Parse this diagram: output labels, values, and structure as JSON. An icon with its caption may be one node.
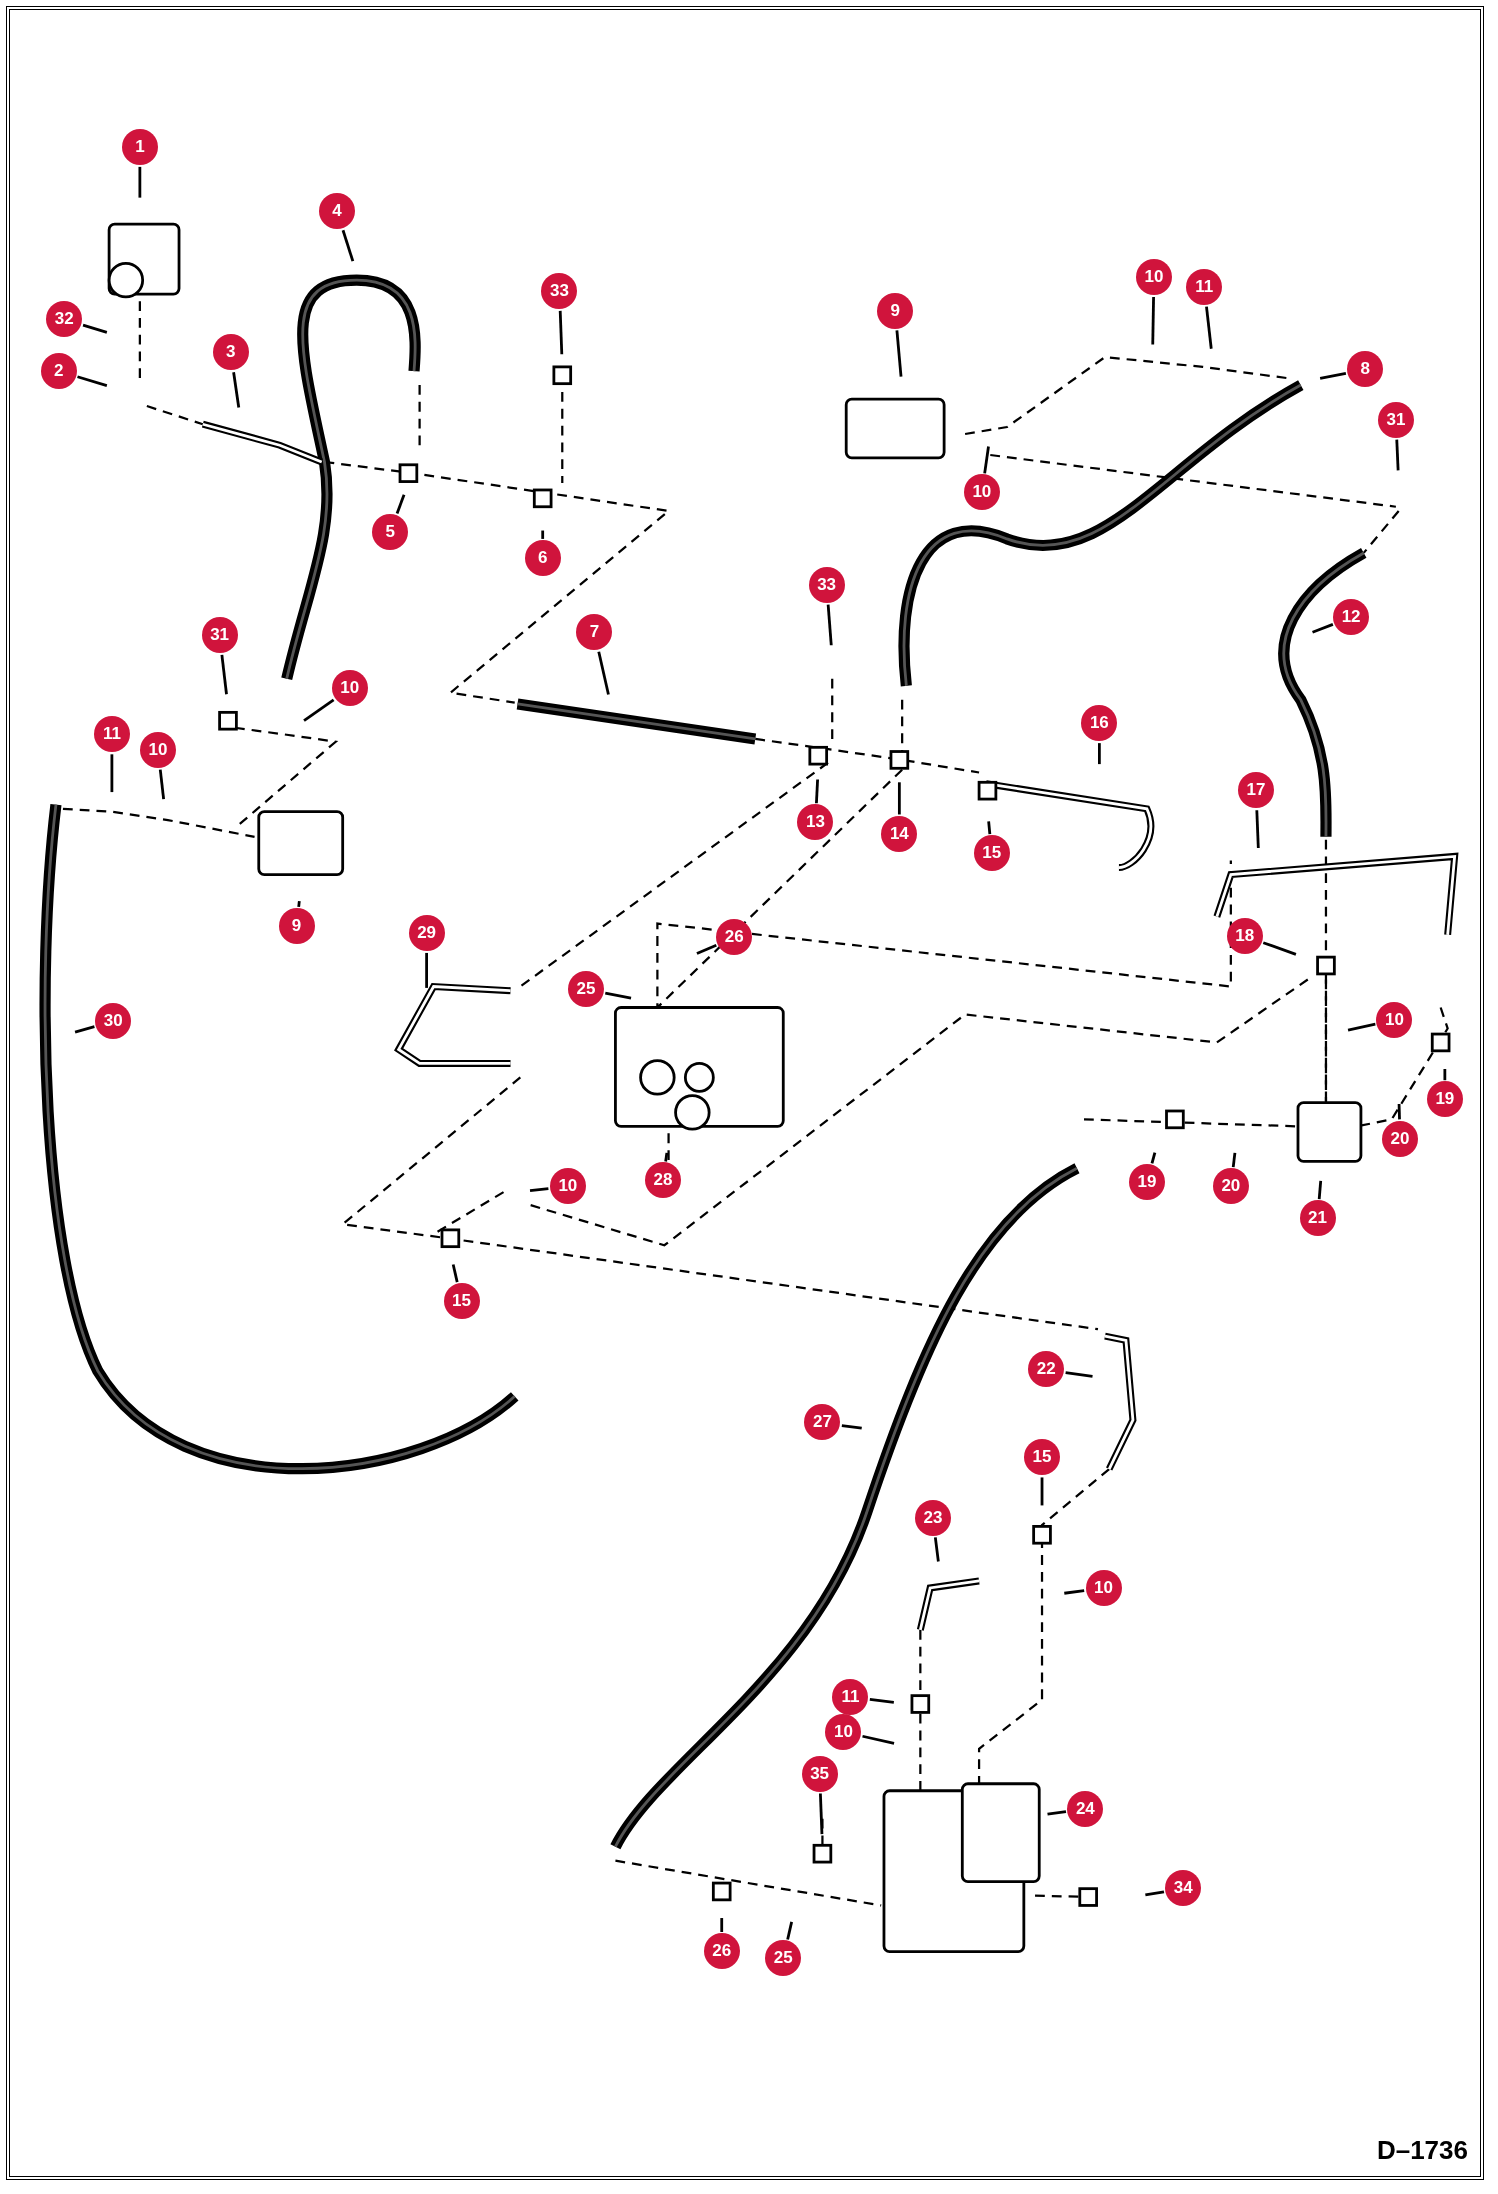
{
  "diagram": {
    "nodes": [
      {
        "text": [
          "1"
        ]
      },
      {
        "text": [
          "32"
        ]
      },
      {
        "text": [
          "2"
        ]
      },
      {
        "text": [
          "3"
        ]
      },
      {
        "text": [
          "4"
        ]
      },
      {
        "text": [
          "33"
        ]
      },
      {
        "text": [
          "5"
        ]
      },
      {
        "text": [
          "6"
        ]
      },
      {
        "text": [
          "9"
        ]
      },
      {
        "text": [
          "10"
        ]
      },
      {
        "text": [
          "11"
        ]
      },
      {
        "text": [
          "8"
        ]
      },
      {
        "text": [
          "31"
        ]
      },
      {
        "text": [
          "10"
        ]
      },
      {
        "text": [
          "12"
        ]
      },
      {
        "text": [
          "7"
        ]
      },
      {
        "text": [
          "33"
        ]
      },
      {
        "text": [
          "31"
        ]
      },
      {
        "text": [
          "10"
        ]
      },
      {
        "text": [
          "11"
        ]
      },
      {
        "text": [
          "10"
        ]
      },
      {
        "text": [
          "16"
        ]
      },
      {
        "text": [
          "13"
        ]
      },
      {
        "text": [
          "14"
        ]
      },
      {
        "text": [
          "15"
        ]
      },
      {
        "text": [
          "17"
        ]
      },
      {
        "text": [
          "9"
        ]
      },
      {
        "text": [
          "29"
        ]
      },
      {
        "text": [
          "26"
        ]
      },
      {
        "text": [
          "18"
        ]
      },
      {
        "text": [
          "25"
        ]
      },
      {
        "text": [
          "10"
        ]
      },
      {
        "text": [
          "30"
        ]
      },
      {
        "text": [
          "19"
        ]
      },
      {
        "text": [
          "20"
        ]
      },
      {
        "text": [
          "28"
        ]
      },
      {
        "text": [
          "10"
        ]
      },
      {
        "text": [
          "19"
        ]
      },
      {
        "text": [
          "20"
        ]
      },
      {
        "text": [
          "21"
        ]
      },
      {
        "text": [
          "15"
        ]
      },
      {
        "text": [
          "22"
        ]
      },
      {
        "text": [
          "27"
        ]
      },
      {
        "text": [
          "15"
        ]
      },
      {
        "text": [
          "23"
        ]
      },
      {
        "text": [
          "10"
        ]
      },
      {
        "text": [
          "11"
        ]
      },
      {
        "text": [
          "10"
        ]
      },
      {
        "text": [
          "35"
        ]
      },
      {
        "text": [
          "24"
        ]
      },
      {
        "text": [
          "34"
        ]
      },
      {
        "text": [
          "26"
        ]
      },
      {
        "text": [
          "25"
        ]
      }
    ],
    "edges": [
      {
        "from": 0,
        "to": null,
        "arrow": "none"
      },
      {
        "from": 1,
        "to": null,
        "arrow": "none"
      },
      {
        "from": 2,
        "to": null,
        "arrow": "none"
      },
      {
        "from": 3,
        "to": null,
        "arrow": "none"
      },
      {
        "from": 4,
        "to": null,
        "arrow": "none"
      },
      {
        "from": 5,
        "to": null,
        "arrow": "none"
      },
      {
        "from": 6,
        "to": null,
        "arrow": "none"
      },
      {
        "from": 7,
        "to": null,
        "arrow": "none"
      },
      {
        "from": 8,
        "to": null,
        "arrow": "none"
      },
      {
        "from": 9,
        "to": null,
        "arrow": "none"
      },
      {
        "from": 10,
        "to": null,
        "arrow": "none"
      },
      {
        "from": 11,
        "to": null,
        "arrow": "none"
      },
      {
        "from": 12,
        "to": null,
        "arrow": "none"
      },
      {
        "from": 13,
        "to": null,
        "arrow": "none"
      },
      {
        "from": 14,
        "to": null,
        "arrow": "none"
      },
      {
        "from": 15,
        "to": null,
        "arrow": "none"
      },
      {
        "from": 16,
        "to": null,
        "arrow": "none"
      },
      {
        "from": 17,
        "to": null,
        "arrow": "none"
      },
      {
        "from": 18,
        "to": null,
        "arrow": "none"
      },
      {
        "from": 19,
        "to": null,
        "arrow": "none"
      },
      {
        "from": 20,
        "to": null,
        "arrow": "none"
      },
      {
        "from": 21,
        "to": null,
        "arrow": "none"
      },
      {
        "from": 22,
        "to": null,
        "arrow": "none"
      },
      {
        "from": 23,
        "to": null,
        "arrow": "none"
      },
      {
        "from": 24,
        "to": null,
        "arrow": "none"
      },
      {
        "from": 25,
        "to": null,
        "arrow": "none"
      },
      {
        "from": 26,
        "to": null,
        "arrow": "none"
      },
      {
        "from": 27,
        "to": null,
        "arrow": "none"
      },
      {
        "from": 28,
        "to": null,
        "arrow": "none"
      },
      {
        "from": 29,
        "to": null,
        "arrow": "none"
      },
      {
        "from": 30,
        "to": null,
        "arrow": "none"
      },
      {
        "from": 31,
        "to": null,
        "arrow": "none"
      },
      {
        "from": 32,
        "to": null,
        "arrow": "none"
      },
      {
        "from": 33,
        "to": null,
        "arrow": "none"
      },
      {
        "from": 34,
        "to": null,
        "arrow": "none"
      },
      {
        "from": 35,
        "to": null,
        "arrow": "none"
      },
      {
        "from": 36,
        "to": null,
        "arrow": "none"
      },
      {
        "from": 37,
        "to": null,
        "arrow": "none"
      },
      {
        "from": 38,
        "to": null,
        "arrow": "none"
      },
      {
        "from": 39,
        "to": null,
        "arrow": "none"
      },
      {
        "from": 40,
        "to": null,
        "arrow": "none"
      },
      {
        "from": 41,
        "to": null,
        "arrow": "none"
      },
      {
        "from": 42,
        "to": null,
        "arrow": "none"
      },
      {
        "from": 43,
        "to": null,
        "arrow": "none"
      },
      {
        "from": 44,
        "to": null,
        "arrow": "none"
      },
      {
        "from": 45,
        "to": null,
        "arrow": "none"
      },
      {
        "from": 46,
        "to": null,
        "arrow": "none"
      },
      {
        "from": 47,
        "to": null,
        "arrow": "none"
      },
      {
        "from": 48,
        "to": null,
        "arrow": "none"
      },
      {
        "from": 49,
        "to": null,
        "arrow": "none"
      },
      {
        "from": 50,
        "to": null,
        "arrow": "none"
      },
      {
        "from": 51,
        "to": null,
        "arrow": "none"
      },
      {
        "from": 52,
        "to": null,
        "arrow": "none"
      }
    ],
    "labels": [
      "D–1736"
    ]
  }
}
